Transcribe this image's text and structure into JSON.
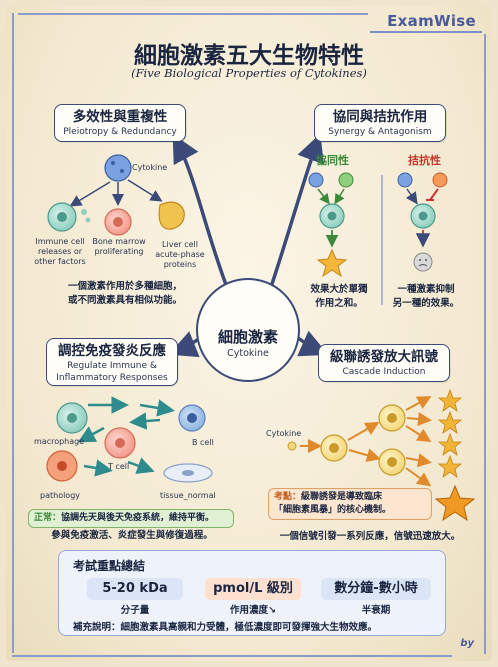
{
  "brand": "ExamWise",
  "title": "細胞激素五大生物特性",
  "subtitle": "(Five Biological Properties of Cytokines)",
  "hub": {
    "zh": "細胞激素",
    "en": "Cytokine"
  },
  "pleiotropy": {
    "zh": "多效性與重複性",
    "en": "Pleiotropy & Redundancy",
    "cytokine_label": "Cytokine",
    "targets": [
      {
        "lines": [
          "Immune cell",
          "releases or",
          "other factors"
        ]
      },
      {
        "lines": [
          "Bone marrow",
          "proliferating"
        ]
      },
      {
        "lines": [
          "Liver cell",
          "acute-phase",
          "proteins"
        ]
      }
    ],
    "note": [
      "一個激素作用於多種細胞，",
      "或不同激素具有相似功能。"
    ]
  },
  "synergy": {
    "zh": "協同與拮抗作用",
    "en": "Synergy & Antagonism",
    "syn_label": "協同性",
    "ant_label": "拮抗性",
    "syn_note": [
      "效果大於單獨",
      "作用之和。"
    ],
    "ant_note": [
      "一種激素抑制",
      "另一種的效果。"
    ],
    "colors": {
      "syn": "#3d8b3a",
      "ant": "#c4352b"
    }
  },
  "immune": {
    "zh": "調控免疫發炎反應",
    "en": [
      "Regulate Immune &",
      "Inflammatory Responses"
    ],
    "labels": [
      "macrophage",
      "B cell",
      "T cell",
      "pathology",
      "tissue_normal"
    ],
    "normal_prefix": "正常：",
    "normal_text": "協調先天與後天免疫系統，維持平衡。",
    "note": "參與免疫激活、炎症發生與修復過程。"
  },
  "cascade": {
    "zh": "級聯誘發放大訊號",
    "en": "Cascade Induction",
    "cytokine_label": "Cytokine",
    "exam_prefix": "考點：",
    "exam_text": [
      "級聯誘發是導致臨床",
      "「細胞素風暴」的核心機制。"
    ],
    "note": "一個信號引發一系列反應，信號迅速放大。"
  },
  "summary": {
    "title": "考試重點總結",
    "metrics": [
      {
        "value": "5-20 kDa",
        "label": "分子量"
      },
      {
        "value": "pmol/L 級別",
        "label": "作用濃度↘"
      },
      {
        "value": "數分鐘-數小時",
        "label": "半衰期"
      }
    ],
    "note": "補充說明：細胞激素具高親和力受體，極低濃度即可發揮強大生物效應。"
  },
  "by": "by"
}
